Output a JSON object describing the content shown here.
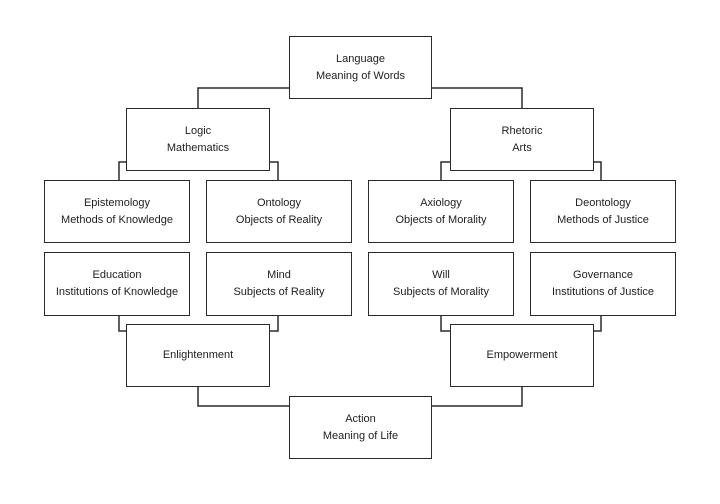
{
  "diagram": {
    "nodes": [
      {
        "id": "language",
        "line1": "Language",
        "line2": "Meaning of Words"
      },
      {
        "id": "logic",
        "line1": "Logic",
        "line2": "Mathematics"
      },
      {
        "id": "rhetoric",
        "line1": "Rhetoric",
        "line2": "Arts"
      },
      {
        "id": "epistemology",
        "line1": "Epistemology",
        "line2": "Methods of Knowledge"
      },
      {
        "id": "ontology",
        "line1": "Ontology",
        "line2": "Objects of Reality"
      },
      {
        "id": "axiology",
        "line1": "Axiology",
        "line2": "Objects of Morality"
      },
      {
        "id": "deontology",
        "line1": "Deontology",
        "line2": "Methods of Justice"
      },
      {
        "id": "education",
        "line1": "Education",
        "line2": "Institutions of Knowledge"
      },
      {
        "id": "mind",
        "line1": "Mind",
        "line2": "Subjects of Reality"
      },
      {
        "id": "will",
        "line1": "Will",
        "line2": "Subjects of Morality"
      },
      {
        "id": "governance",
        "line1": "Governance",
        "line2": "Institutions of Justice"
      },
      {
        "id": "enlightenment",
        "line1": "Enlightenment",
        "line2": ""
      },
      {
        "id": "empowerment",
        "line1": "Empowerment",
        "line2": ""
      },
      {
        "id": "action",
        "line1": "Action",
        "line2": "Meaning of Life"
      }
    ]
  },
  "colors": {
    "stroke": "#2b2b2b",
    "text": "#1e1e1e",
    "background": "#ffffff"
  }
}
